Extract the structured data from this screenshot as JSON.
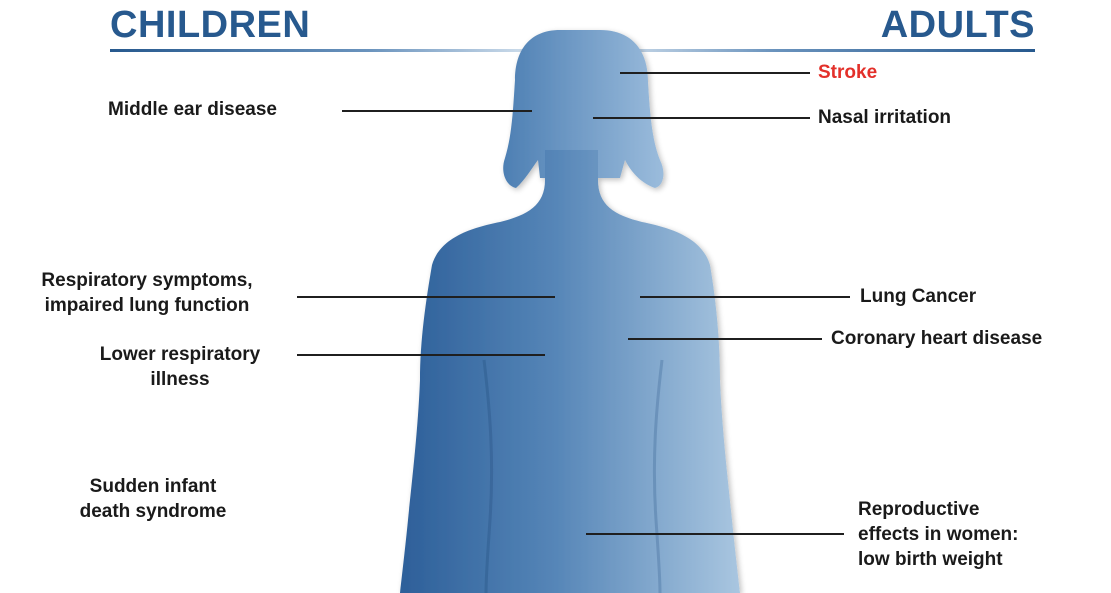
{
  "headings": {
    "left": "CHILDREN",
    "right": "ADULTS"
  },
  "children": {
    "middle_ear": "Middle ear disease",
    "respiratory": [
      "Respiratory symptoms,",
      "impaired lung function"
    ],
    "lower_resp": [
      "Lower respiratory",
      "illness"
    ],
    "sids": [
      "Sudden infant",
      "death syndrome"
    ]
  },
  "adults": {
    "stroke": "Stroke",
    "nasal": "Nasal irritation",
    "lung_cancer": "Lung Cancer",
    "coronary": "Coronary heart disease",
    "reproductive": [
      "Reproductive",
      "effects in women:",
      "low birth weight"
    ]
  },
  "colors": {
    "heading": "#27598e",
    "highlight": "#e3302a",
    "figure_dark": "#2d5f99",
    "figure_light": "#a9c6e0"
  }
}
